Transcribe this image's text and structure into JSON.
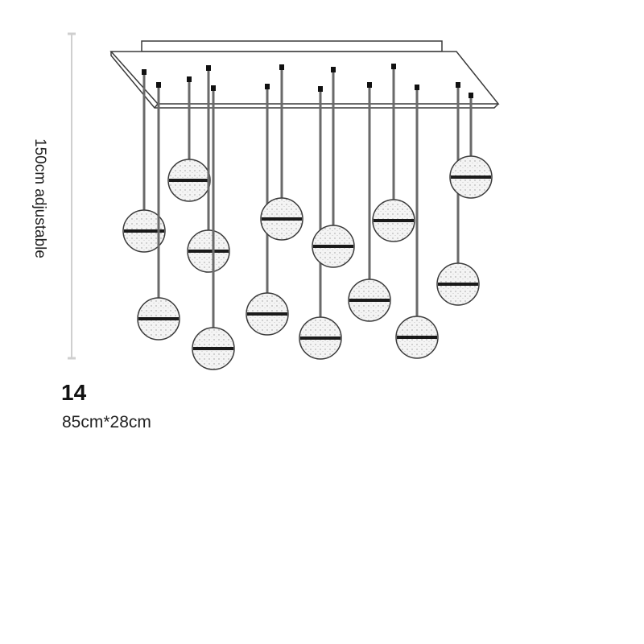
{
  "dimension": {
    "height_label": "150cm adjustable"
  },
  "product": {
    "light_count": "14",
    "canopy_size": "85cm*28cm"
  },
  "colors": {
    "line": "#3a3a3a",
    "ruler": "#cfcfcf"
  }
}
